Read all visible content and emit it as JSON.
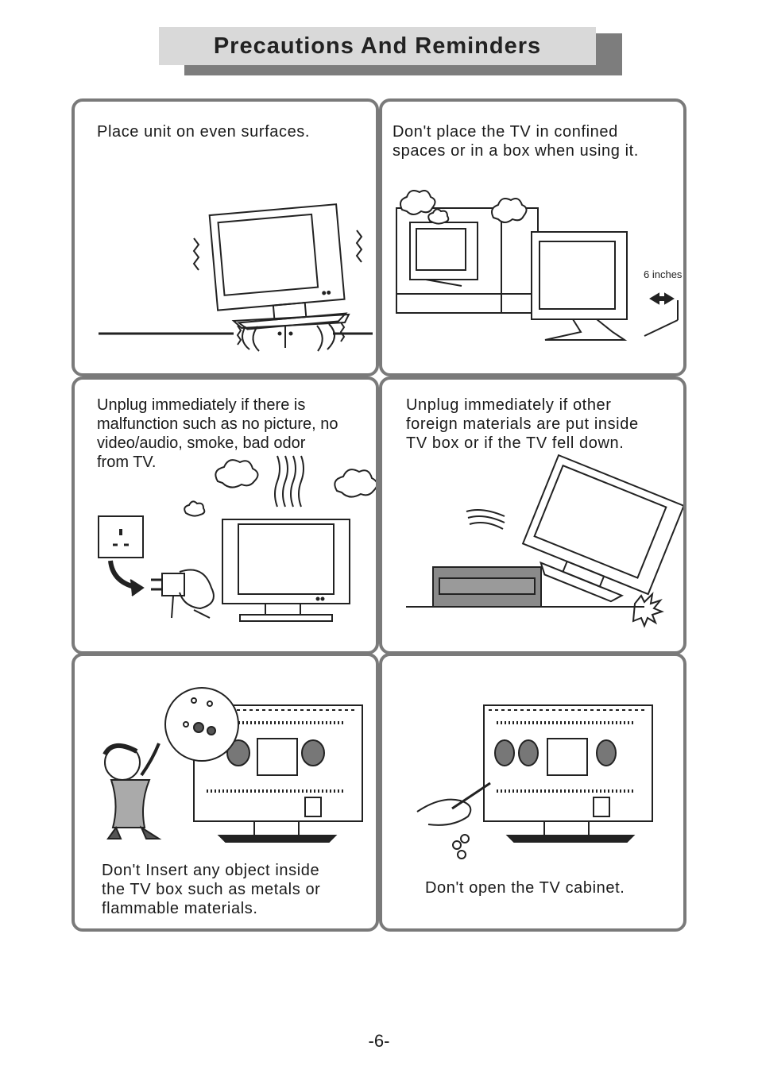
{
  "header": {
    "title": "Precautions And Reminders"
  },
  "panels": [
    {
      "caption": "Place unit on even surfaces."
    },
    {
      "caption": "Don't place the TV in confined\nspaces or in a box when using it.",
      "measure_label": "6 inches"
    },
    {
      "caption": "Unplug immediately if there is\nmalfunction such as no picture, no\nvideo/audio, smoke, bad odor\nfrom TV."
    },
    {
      "caption": "Unplug immediately if other\nforeign materials are put inside\nTV box or if the TV fell down."
    },
    {
      "caption": "Don't Insert any object inside\nthe TV box such as metals or\nflammable materials."
    },
    {
      "caption": "Don't open the TV cabinet."
    }
  ],
  "footer": {
    "page_number": "-6-"
  }
}
